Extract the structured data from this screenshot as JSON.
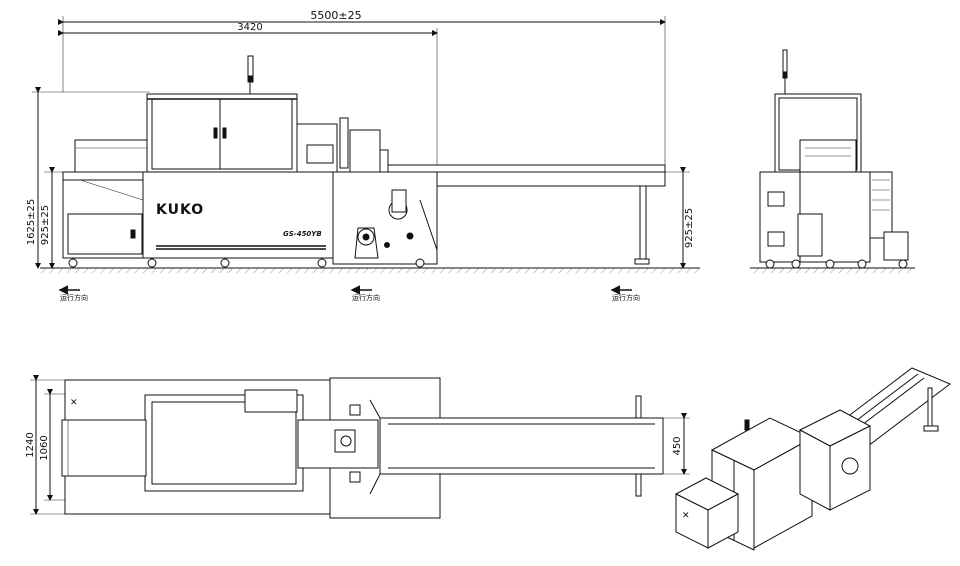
{
  "dimensions": {
    "overall_length": "5500±25",
    "body_length": "3420",
    "total_height": "1625±25",
    "table_height_left": "925±25",
    "table_height_right": "925±25",
    "overall_width": "1240",
    "frame_width": "1060",
    "conveyor_width": "450"
  },
  "labels": {
    "brand": "KUKO",
    "model": "GS-450YB",
    "direction": "运行方向"
  },
  "colors": {
    "line": "#111111",
    "background": "#ffffff"
  }
}
